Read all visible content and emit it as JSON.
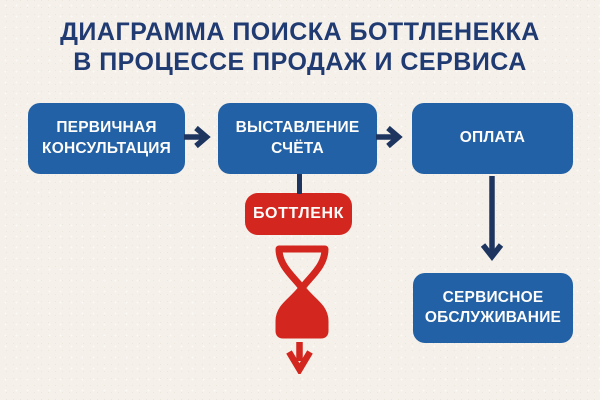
{
  "title": {
    "line1": "ДИАГРАММА ПОИСКА БОТТЛЕНЕККА",
    "line2": "В ПРОЦЕССЕ ПРОДАЖ И СЕРВИСА"
  },
  "flow": {
    "step1": "ПЕРВИЧНАЯ КОНСУЛЬТАЦИЯ",
    "step2": "ВЫСТАВЛЕНИЕ СЧЁТА",
    "step3": "ОПЛАТА",
    "step4": "СЕРВИСНОЕ ОБСЛУЖИВАНИЕ",
    "bottleneck_label": "БОТТЛЕНК"
  },
  "icons": {
    "right_arrow": "arrow-right-icon",
    "down_arrow": "arrow-down-icon",
    "hourglass": "hourglass-icon"
  },
  "colors": {
    "background": "#f5f1ea",
    "node_blue": "#2261a5",
    "navy_text": "#203a72",
    "arrow_navy": "#1e3560",
    "bottleneck_red": "#d2261f",
    "node_text": "#fdfcfa"
  }
}
